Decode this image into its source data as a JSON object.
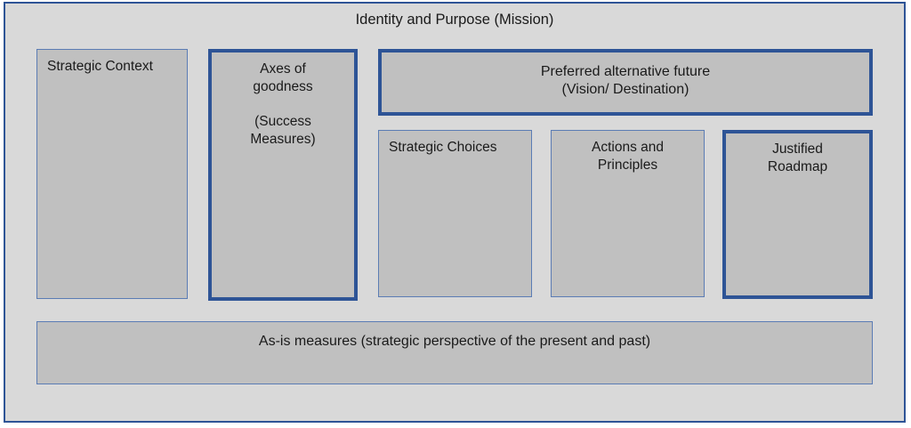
{
  "diagram": {
    "title": "Identity and Purpose (Mission)",
    "colors": {
      "frame_background": "#d9d9d9",
      "frame_border": "#2e5496",
      "box_fill": "#c0c0c0",
      "thin_border": "#5b7cb4",
      "thick_border": "#2e5496",
      "text": "#1a1a1a"
    },
    "boxes": {
      "strategic_context": {
        "label": "Strategic Context",
        "align": "left",
        "emphasis": "thin"
      },
      "axes_of_goodness": {
        "label": "Axes of\ngoodness\n\n(Success\nMeasures)",
        "align": "center",
        "emphasis": "thick"
      },
      "preferred_future": {
        "label": "Preferred alternative future\n(Vision/ Destination)",
        "align": "center",
        "emphasis": "thick"
      },
      "strategic_choices": {
        "label": "Strategic Choices",
        "align": "left",
        "emphasis": "thin"
      },
      "actions_and_principles": {
        "label": "Actions and\nPrinciples",
        "align": "center",
        "emphasis": "thin"
      },
      "justified_roadmap": {
        "label": "Justified\nRoadmap",
        "align": "center",
        "emphasis": "thick"
      },
      "as_is_measures": {
        "label": "As-is measures (strategic perspective of the present and past)",
        "align": "center",
        "emphasis": "thin"
      }
    }
  }
}
